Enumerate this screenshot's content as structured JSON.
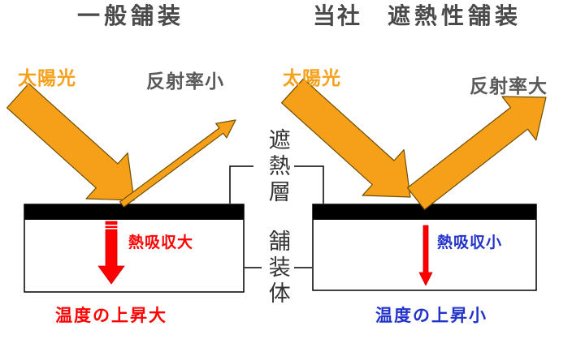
{
  "titles": {
    "left": "一般舗装",
    "company": "当社",
    "right": "遮熱性舗装"
  },
  "left_panel": {
    "sunlight": "太陽光",
    "reflectance": "反射率小",
    "heat_absorption": "熱吸収大",
    "temperature": "温度の上昇大"
  },
  "right_panel": {
    "sunlight": "太陽光",
    "reflectance": "反射率大",
    "heat_absorption": "熱吸収小",
    "temperature": "温度の上昇小"
  },
  "middle": {
    "shield_layer": "遮熱層",
    "pavement_body": "舗装体"
  },
  "colors": {
    "orange": "#f6a01a",
    "red": "#ff0000",
    "blue": "#2233cc",
    "label_gray": "#595959",
    "title_gray": "#4a4a4a",
    "black": "#000000"
  }
}
